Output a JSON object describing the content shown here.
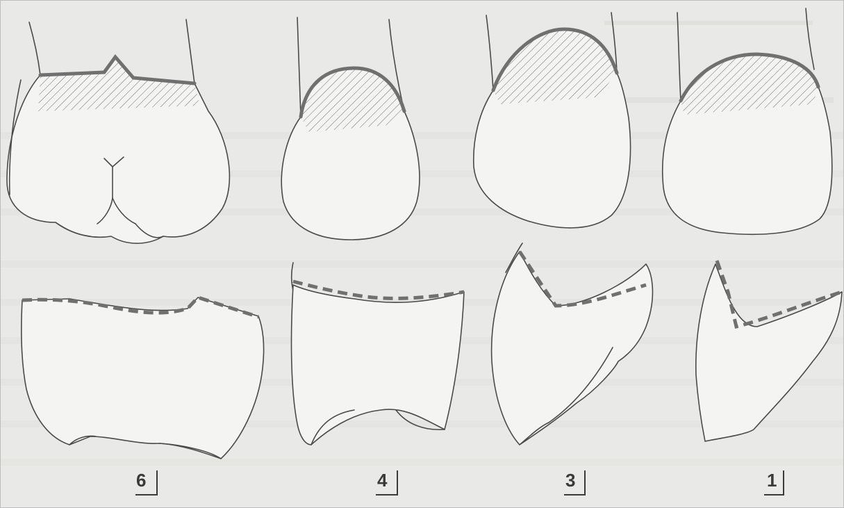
{
  "figure": {
    "labels": [
      "6",
      "4",
      "3",
      "1"
    ],
    "colors": {
      "background": "#e9e9e7",
      "outline": "#4a4a4a",
      "margin": "#707070",
      "label": "#3a3a3a"
    }
  }
}
